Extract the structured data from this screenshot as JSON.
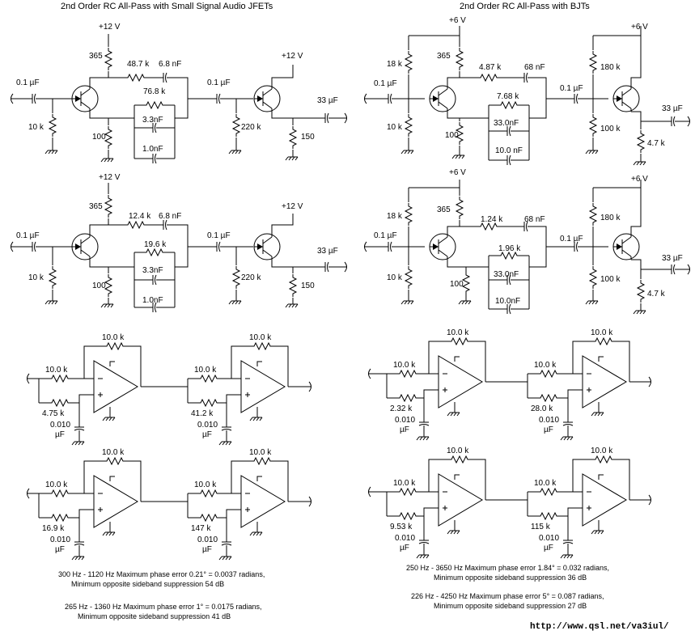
{
  "titles": {
    "jfet": "2nd Order RC All-Pass with Small Signal Audio JFETs",
    "bjt": "2nd Order RC All-Pass with BJTs"
  },
  "jfet1": {
    "vcc1": "+12 V",
    "r_top": "365",
    "r_series": "48.7 k",
    "c_series": "6.8 nF",
    "r_par": "76.8 k",
    "c_par1": "3.3nF",
    "c_par2": "1.0nF",
    "r_src": "100",
    "c_in": "0.1 µF",
    "r_bias": "10 k",
    "c_cpl": "0.1 µF",
    "r_gate": "220 k",
    "vcc2": "+12 V",
    "c_out": "33 µF",
    "r_out": "150"
  },
  "jfet2": {
    "vcc1": "+12 V",
    "r_top": "365",
    "r_series": "12.4 k",
    "c_series": "6.8 nF",
    "r_par": "19.6 k",
    "c_par1": "3.3nF",
    "c_par2": "1.0nF",
    "r_src": "100",
    "c_in": "0.1 µF",
    "r_bias": "10 k",
    "c_cpl": "0.1 µF",
    "r_gate": "220 k",
    "vcc2": "+12 V",
    "c_out": "33 µF",
    "r_out": "150"
  },
  "bjt1": {
    "vcc1": "+6 V",
    "r_b1": "18 k",
    "r_top": "365",
    "r_series": "4.87 k",
    "c_series": "68 nF",
    "r_par": "7.68 k",
    "c_par1": "33.0nF",
    "c_par2": "10.0 nF",
    "r_em": "100",
    "c_in": "0.1 µF",
    "r_b2": "10 k",
    "c_cpl": "0.1 µF",
    "vcc2": "+6 V",
    "r_b3": "180 k",
    "r_b4": "100 k",
    "c_out": "33 µF",
    "r_out": "4.7 k"
  },
  "bjt2": {
    "vcc1": "+6 V",
    "r_b1": "18 k",
    "r_top": "365",
    "r_series": "1.24 k",
    "c_series": "68 nF",
    "r_par": "1.96 k",
    "c_par1": "33.0nF",
    "c_par2": "10.0nF",
    "r_em": "100",
    "c_in": "0.1 µF",
    "r_b2": "10 k",
    "c_cpl": "0.1 µF",
    "vcc2": "+6 V",
    "r_b3": "180 k",
    "r_b4": "100 k",
    "c_out": "33 µF",
    "r_out": "4.7 k"
  },
  "op1": {
    "a_rf": "10.0 k",
    "a_ri": "10.0 k",
    "a_rp": "4.75 k",
    "a_c": "0.010",
    "b_rf": "10.0 k",
    "b_ri": "10.0 k",
    "b_rp": "41.2 k",
    "b_c": "0.010"
  },
  "op2": {
    "a_rf": "10.0 k",
    "a_ri": "10.0 k",
    "a_rp": "16.9 k",
    "a_c": "0.010",
    "b_rf": "10.0 k",
    "b_ri": "10.0 k",
    "b_rp": "147 k",
    "b_c": "0.010"
  },
  "op3": {
    "a_rf": "10.0 k",
    "a_ri": "10.0 k",
    "a_rp": "2.32 k",
    "a_c": "0.010",
    "b_rf": "10.0 k",
    "b_ri": "10.0 k",
    "b_rp": "28.0 k",
    "b_c": "0.010"
  },
  "op4": {
    "a_rf": "10.0 k",
    "a_ri": "10.0 k",
    "a_rp": "9.53 k",
    "a_c": "0.010",
    "b_rf": "10.0 k",
    "b_ri": "10.0 k",
    "b_rp": "115 k",
    "b_c": "0.010"
  },
  "units": {
    "uf": "µF"
  },
  "notes": {
    "left1a": "300 Hz - 1120 Hz  Maximum phase error 0.21° = 0.0037 radians,",
    "left1b": "Minimum opposite sideband suppression 54 dB",
    "left2a": "265 Hz - 1360 Hz  Maximum phase error 1° = 0.0175 radians,",
    "left2b": "Minimum opposite sideband suppression 41 dB",
    "right1a": "250 Hz - 3650 Hz  Maximum phase error 1.84° = 0.032 radians,",
    "right1b": "Minimum opposite sideband suppression 36 dB",
    "right2a": "226 Hz - 4250 Hz  Maximum phase error 5° = 0.087 radians,",
    "right2b": "Minimum opposite sideband suppression 27 dB"
  },
  "url": "http://www.qsl.net/va3iul/"
}
